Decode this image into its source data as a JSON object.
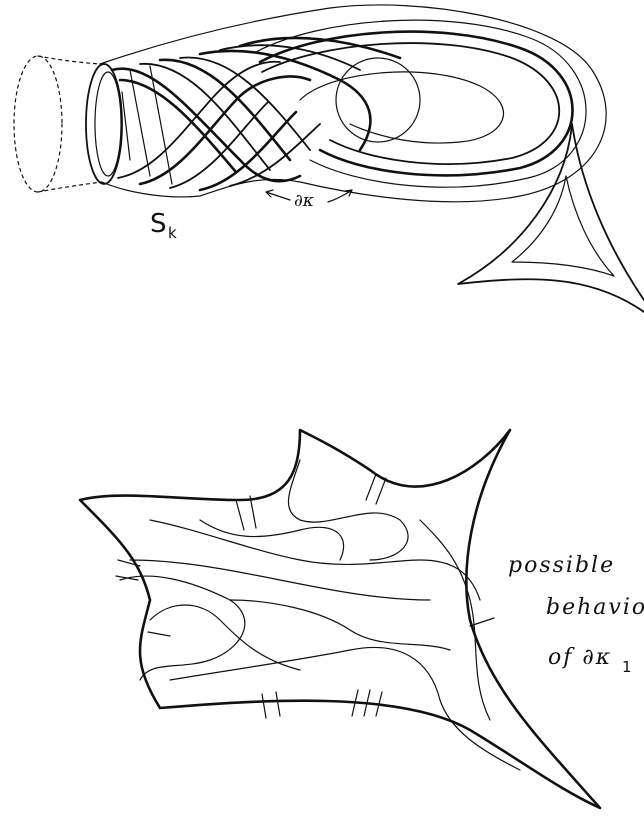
{
  "labels": {
    "surface_main": "S",
    "surface_sub": "k",
    "boundary": "∂κ",
    "note_line1": "possible",
    "note_line2": "behavior",
    "note_line3": "of ∂κ",
    "note_line3_sub": "1"
  },
  "colors": {
    "ink": "#111111",
    "paper": "#ffffff"
  }
}
